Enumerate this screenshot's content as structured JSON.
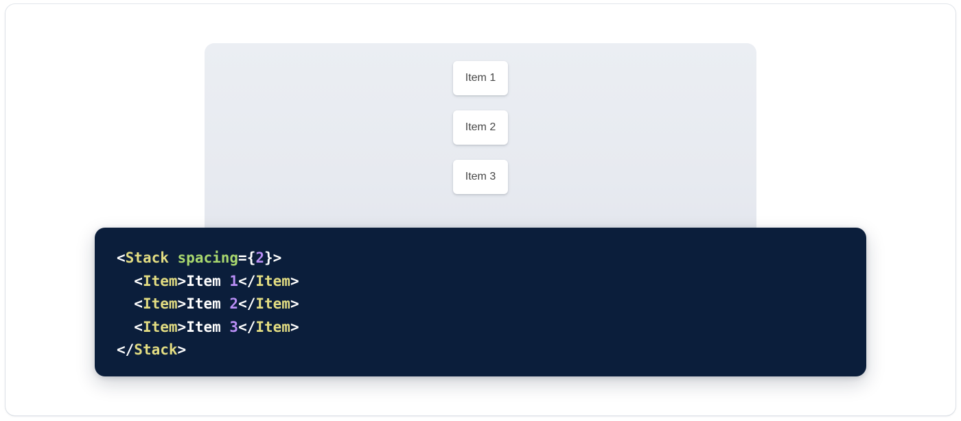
{
  "preview": {
    "panel_background": "#e9ecf1",
    "stack_items": [
      {
        "label": "Item 1"
      },
      {
        "label": "Item 2"
      },
      {
        "label": "Item 3"
      }
    ]
  },
  "code_block": {
    "background": "#0b1e3b",
    "language": "jsx",
    "colors": {
      "tag": "#e3dd82",
      "attribute": "#a9d86e",
      "number": "#b98ef5",
      "punctuation": "#ffffff",
      "text": "#ffffff"
    },
    "lines": [
      {
        "indent": "",
        "tokens": [
          {
            "t": "punct",
            "v": "<"
          },
          {
            "t": "tag",
            "v": "Stack"
          },
          {
            "t": "punct",
            "v": " "
          },
          {
            "t": "attr",
            "v": "spacing"
          },
          {
            "t": "punct",
            "v": "={"
          },
          {
            "t": "num",
            "v": "2"
          },
          {
            "t": "punct",
            "v": "}>"
          }
        ]
      },
      {
        "indent": "  ",
        "tokens": [
          {
            "t": "punct",
            "v": "<"
          },
          {
            "t": "tag",
            "v": "Item"
          },
          {
            "t": "punct",
            "v": ">"
          },
          {
            "t": "text",
            "v": "Item "
          },
          {
            "t": "num",
            "v": "1"
          },
          {
            "t": "punct",
            "v": "</"
          },
          {
            "t": "tag",
            "v": "Item"
          },
          {
            "t": "punct",
            "v": ">"
          }
        ]
      },
      {
        "indent": "  ",
        "tokens": [
          {
            "t": "punct",
            "v": "<"
          },
          {
            "t": "tag",
            "v": "Item"
          },
          {
            "t": "punct",
            "v": ">"
          },
          {
            "t": "text",
            "v": "Item "
          },
          {
            "t": "num",
            "v": "2"
          },
          {
            "t": "punct",
            "v": "</"
          },
          {
            "t": "tag",
            "v": "Item"
          },
          {
            "t": "punct",
            "v": ">"
          }
        ]
      },
      {
        "indent": "  ",
        "tokens": [
          {
            "t": "punct",
            "v": "<"
          },
          {
            "t": "tag",
            "v": "Item"
          },
          {
            "t": "punct",
            "v": ">"
          },
          {
            "t": "text",
            "v": "Item "
          },
          {
            "t": "num",
            "v": "3"
          },
          {
            "t": "punct",
            "v": "</"
          },
          {
            "t": "tag",
            "v": "Item"
          },
          {
            "t": "punct",
            "v": ">"
          }
        ]
      },
      {
        "indent": "",
        "tokens": [
          {
            "t": "punct",
            "v": "</"
          },
          {
            "t": "tag",
            "v": "Stack"
          },
          {
            "t": "punct",
            "v": ">"
          }
        ]
      }
    ]
  }
}
